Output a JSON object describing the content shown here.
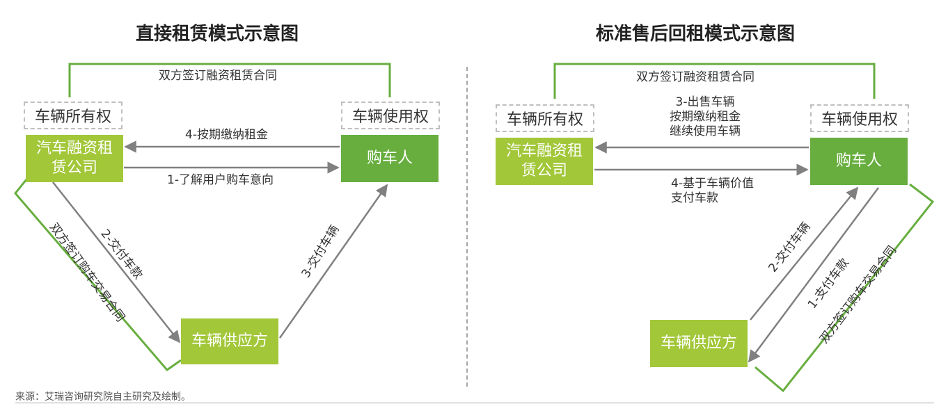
{
  "left": {
    "title": "直接租赁模式示意图",
    "top_contract": "双方签订融资租赁合同",
    "ownership": "车辆所有权",
    "usage_right": "车辆使用权",
    "company": [
      "汽车融资租",
      "赁公司"
    ],
    "buyer": "购车人",
    "supplier": "车辆供应方",
    "flow_4": "4-按期缴纳租金",
    "flow_1": "1-了解用户购车意向",
    "flow_2": "2-交付车款",
    "flow_3": "3-交付车辆",
    "side_contract": "双方签订购车交易合同"
  },
  "right": {
    "title": "标准售后回租模式示意图",
    "top_contract": "双方签订融资租赁合同",
    "ownership": "车辆所有权",
    "usage_right": "车辆使用权",
    "company": [
      "汽车融资租",
      "赁公司"
    ],
    "buyer": "购车人",
    "supplier": "车辆供应方",
    "flow_3": [
      "3-出售车辆",
      "按期缴纳租金",
      "继续使用车辆"
    ],
    "flow_4": [
      "4-基于车辆价值",
      "支付车款"
    ],
    "flow_2": "2-交付车辆",
    "flow_1": "1-支付车款",
    "side_contract": "双方签订购车交易合同"
  },
  "source": "来源：艾瑞咨询研究院自主研究及绘制。",
  "colors": {
    "light_green": "#a2c739",
    "dark_green": "#67ae3f",
    "arrow_gray": "#808080",
    "dash_gray": "#bfbfbf"
  }
}
